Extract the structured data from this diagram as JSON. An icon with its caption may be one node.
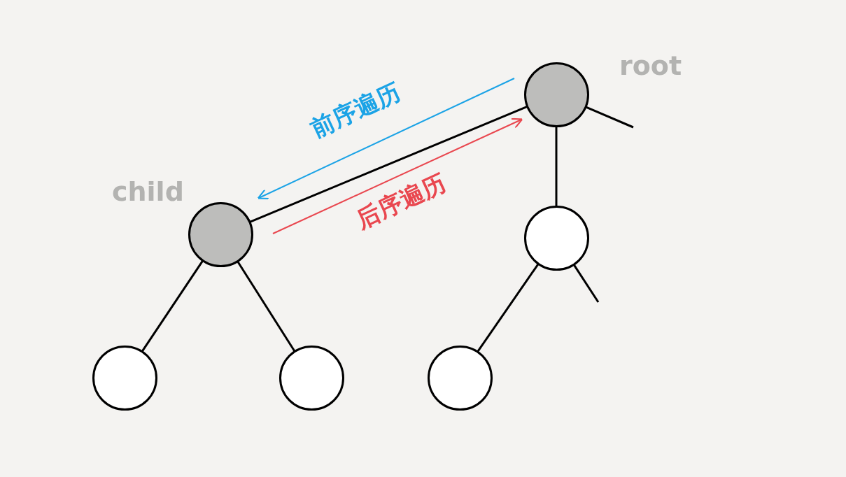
{
  "diagram": {
    "nodes": [
      {
        "text": [],
        "shape": "circle",
        "beside": [
          "root"
        ]
      },
      {
        "text": [],
        "shape": "circle",
        "beside": [
          "child"
        ]
      },
      {
        "text": [],
        "shape": "circle"
      },
      {
        "text": [],
        "shape": "circle"
      },
      {
        "text": [],
        "shape": "circle"
      },
      {
        "text": [],
        "shape": "circle"
      }
    ],
    "edges": [
      {
        "from": 0,
        "to": 1,
        "arrow": "none"
      },
      {
        "from": 0,
        "to": null,
        "arrow": "none"
      },
      {
        "from": 0,
        "to": 2,
        "arrow": "none"
      },
      {
        "from": 1,
        "to": 3,
        "arrow": "none"
      },
      {
        "from": 1,
        "to": 4,
        "arrow": "none"
      },
      {
        "from": 2,
        "to": 5,
        "arrow": "none"
      },
      {
        "from": 2,
        "to": null,
        "arrow": "none"
      }
    ],
    "labels": [
      "前序遍历",
      "后序遍历"
    ]
  }
}
